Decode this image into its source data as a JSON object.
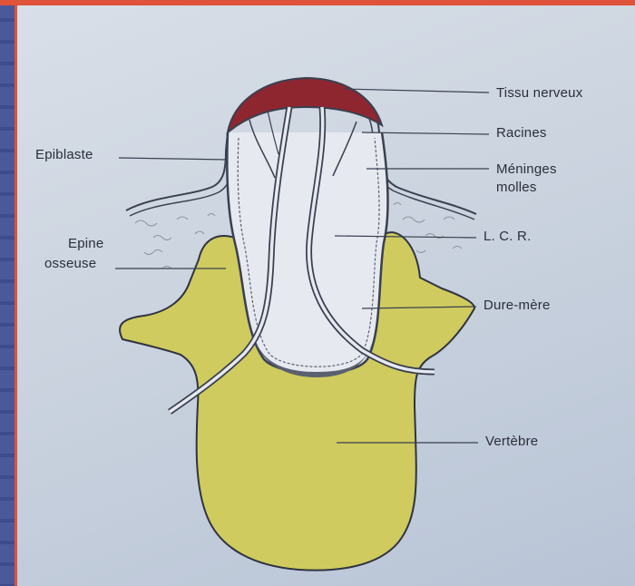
{
  "diagram": {
    "labels": {
      "tissu_nerveux": "Tissu nerveux",
      "racines": "Racines",
      "meninges_line1": "Méninges",
      "meninges_line2": "molles",
      "lcr": "L. C. R.",
      "dure_mere": "Dure-mère",
      "vertebre": "Vertèbre",
      "epiblaste": "Epiblaste",
      "epine_line1": "Epine",
      "epine_line2": "osseuse"
    },
    "colors": {
      "bone": "#cfcb5e",
      "nerve_tissue": "#8e2630",
      "background": "#d3dae4",
      "outline": "#3a4050",
      "frame_accent": "#e0523a"
    }
  }
}
